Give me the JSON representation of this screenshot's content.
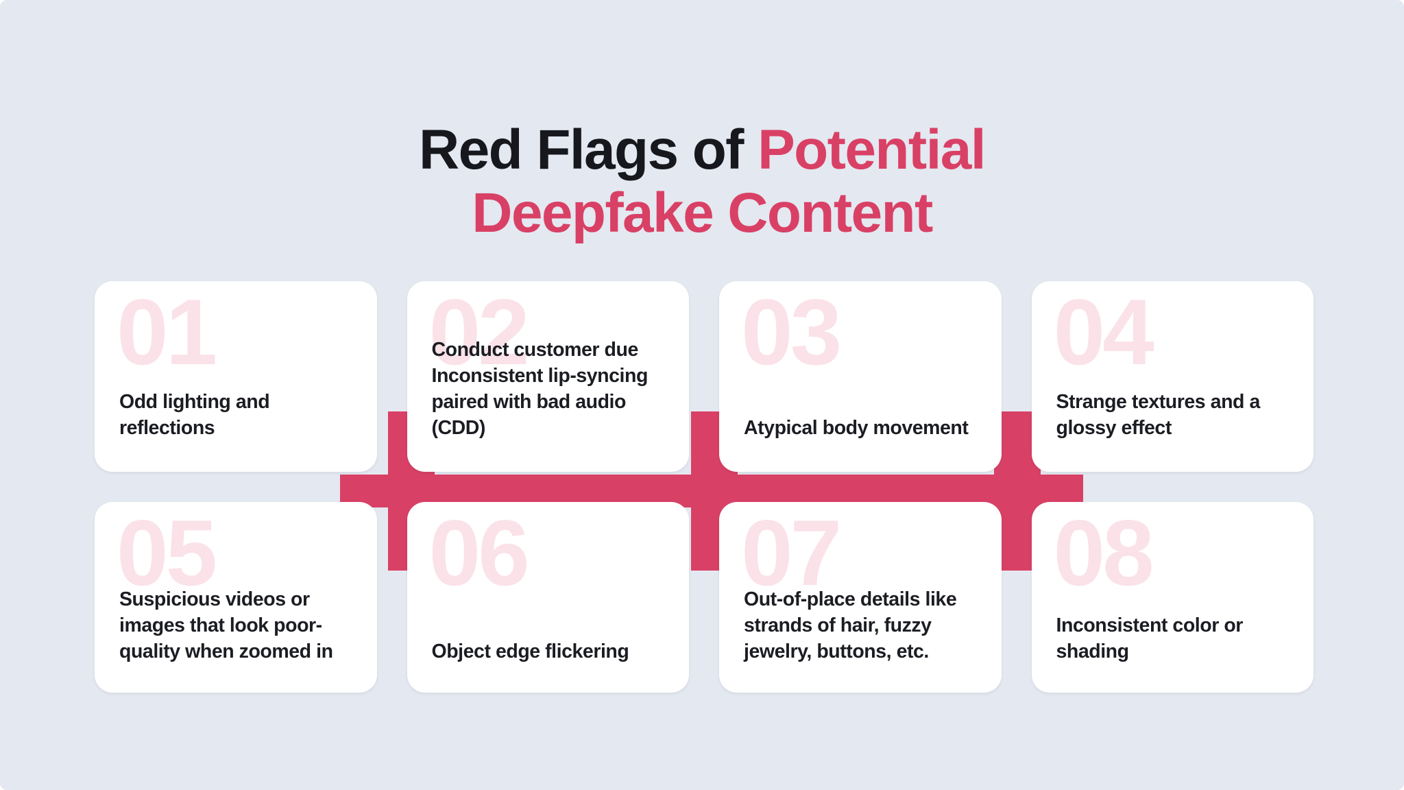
{
  "title": {
    "line1_dark": "Red Flags of ",
    "line1_accent": "Potential",
    "line2_accent": "Deepfake Content"
  },
  "colors": {
    "background": "#e4e8f0",
    "accent_pink": "#d94065",
    "number_pink": "#fae2e8",
    "card_background": "#ffffff",
    "title_dark": "#16181d",
    "body_text": "#1b1d22"
  },
  "cards": [
    {
      "number": "01",
      "text": "Odd lighting and reflections"
    },
    {
      "number": "02",
      "text": "Conduct customer due Inconsistent lip-syncing paired with bad audio (CDD)"
    },
    {
      "number": "03",
      "text": "Atypical body movement"
    },
    {
      "number": "04",
      "text": "Strange textures and a glossy effect"
    },
    {
      "number": "05",
      "text": "Suspicious videos or images that look poor-quality when zoomed in"
    },
    {
      "number": "06",
      "text": "Object edge flickering"
    },
    {
      "number": "07",
      "text": "Out-of-place details like strands of hair, fuzzy jewelry, buttons, etc."
    },
    {
      "number": "08",
      "text": "Inconsistent color or shading"
    }
  ]
}
